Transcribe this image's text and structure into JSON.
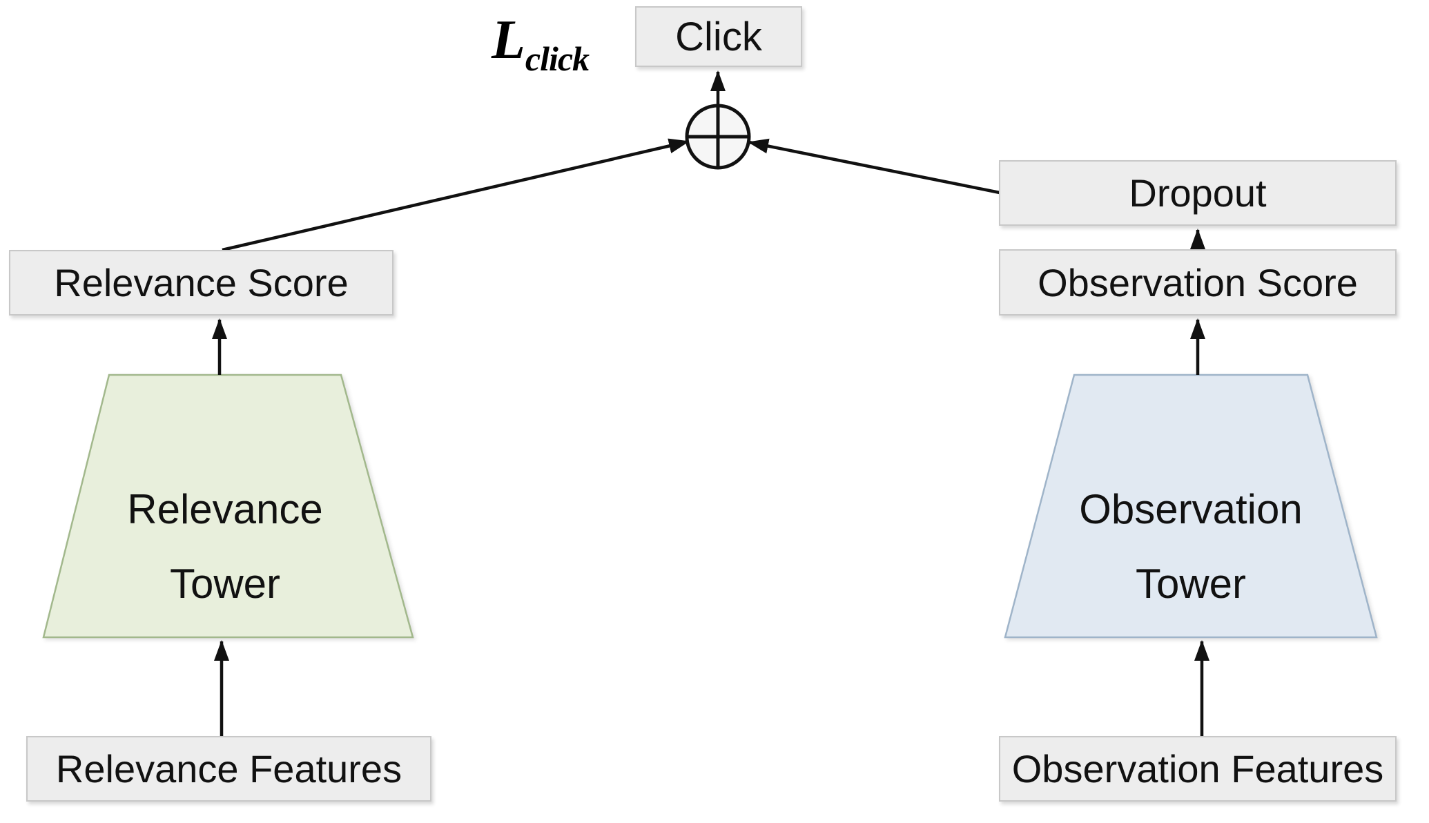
{
  "nodes": {
    "click": "Click",
    "relevance_score": "Relevance Score",
    "relevance_tower": {
      "line1": "Relevance",
      "line2": "Tower"
    },
    "relevance_features": "Relevance Features",
    "dropout": "Dropout",
    "observation_score": "Observation Score",
    "observation_tower": {
      "line1": "Observation",
      "line2": "Tower"
    },
    "observation_features": "Observation Features"
  },
  "loss": {
    "symbol": "L",
    "subscript": "click"
  },
  "operator": "circled-plus",
  "edges": [
    "relevance_features -> relevance_tower",
    "relevance_tower -> relevance_score",
    "relevance_score -> circled-plus",
    "observation_features -> observation_tower",
    "observation_tower -> observation_score",
    "observation_score -> dropout",
    "dropout -> circled-plus",
    "circled-plus -> click"
  ],
  "colors": {
    "background": "#ffffff",
    "node_fill": "#ededed",
    "node_border": "#c8c8c8",
    "relevance_tower_fill": "#e8efdc",
    "relevance_tower_stroke": "#a2b88c",
    "observation_tower_fill": "#e1e9f2",
    "observation_tower_stroke": "#9fb4c9",
    "arrow": "#111111"
  }
}
